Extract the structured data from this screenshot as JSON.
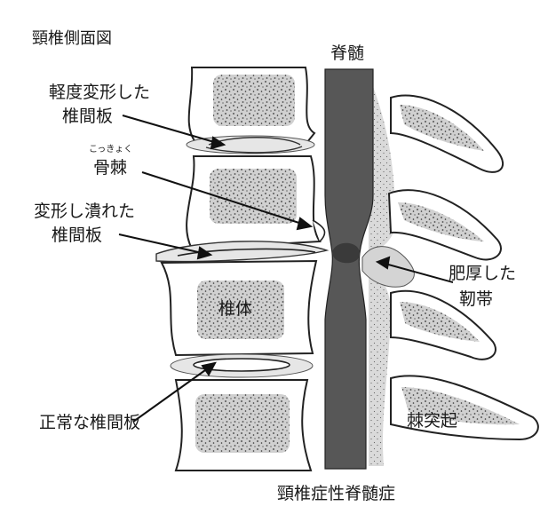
{
  "title": "頸椎側面図",
  "caption": "頸椎症性脊髄症",
  "labels": {
    "spinal_cord": "脊髄",
    "mild_disc_line1": "軽度変形した",
    "mild_disc_line2": "椎間板",
    "bone_spur_ruby": "こっきょく",
    "bone_spur": "骨棘",
    "crushed_disc_line1": "変形し潰れた",
    "crushed_disc_line2": "椎間板",
    "vertebral_body": "椎体",
    "normal_disc": "正常な椎間板",
    "ligament_line1": "肥厚した",
    "ligament_line2": "靭帯",
    "spinous_process": "棘突起"
  },
  "colors": {
    "bone_fill": "#ffffff",
    "bone_stroke": "#222222",
    "cancellous": "#d0d0d0",
    "spinal_cord": "#555555",
    "ligament": "#dcdcdc",
    "disc": "#e6e6e6"
  }
}
